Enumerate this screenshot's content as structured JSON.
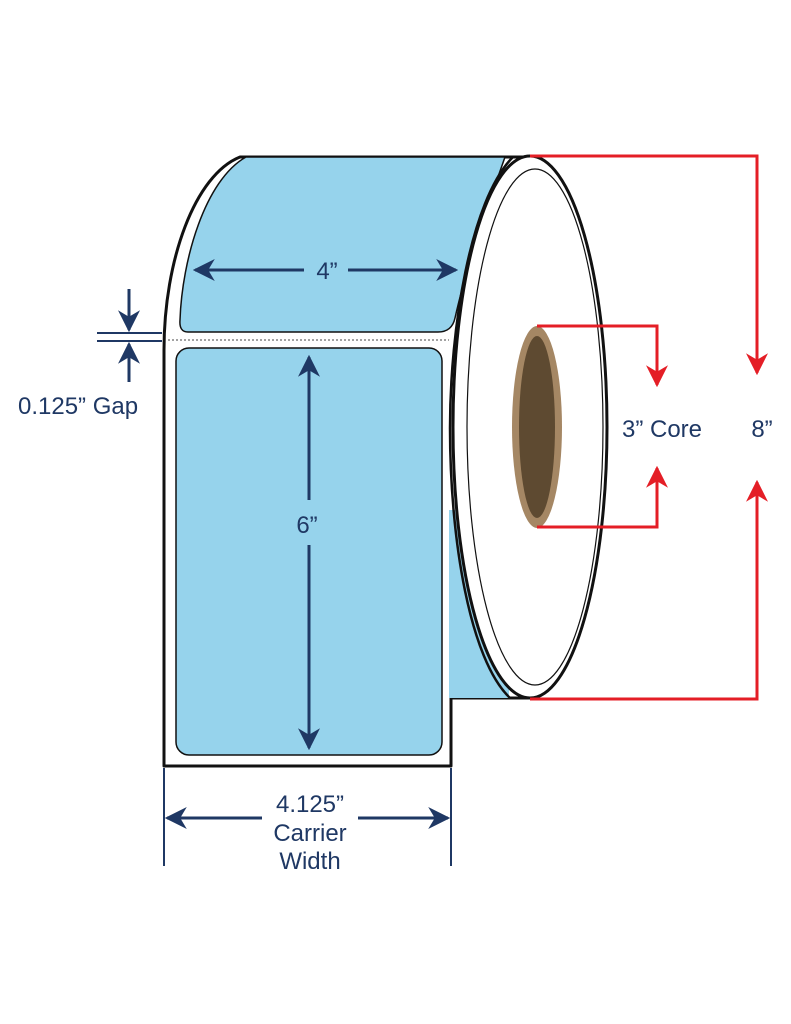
{
  "labels": {
    "label_width": "4”",
    "label_height": "6”",
    "gap": "0.125” Gap",
    "carrier_value": "4.125”",
    "carrier_line2": "Carrier",
    "carrier_line3": "Width",
    "core": "3” Core",
    "roll_diameter": "8”"
  },
  "colors": {
    "label_fill": "#96d3ec",
    "dimension_arrow": "#1f3864",
    "callout_arrow": "#e41e26",
    "core_fill": "#5e4a31",
    "core_rim": "#a58764",
    "outline": "#111111"
  }
}
